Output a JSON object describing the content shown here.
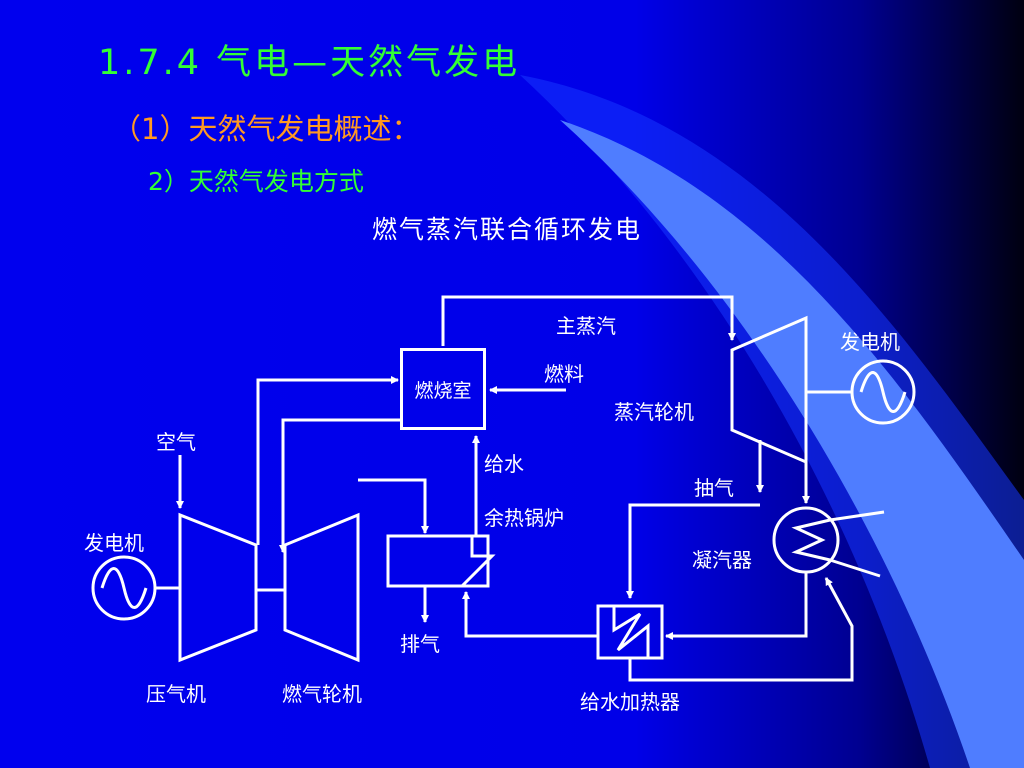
{
  "slide": {
    "title": "1.7.4 气电—天然气发电",
    "subtitle1": "（1）天然气发电概述：",
    "subtitle2": "2）天然气发电方式",
    "diagram_title": "燃气蒸汽联合循环发电"
  },
  "diagram": {
    "labels": {
      "main_steam": "主蒸汽",
      "fuel": "燃料",
      "combustion_chamber": "燃烧室",
      "steam_turbine": "蒸汽轮机",
      "generator_right": "发电机",
      "air": "空气",
      "feed_water": "给水",
      "extraction": "抽气",
      "hrsg": "余热锅炉",
      "condenser": "凝汽器",
      "generator_left": "发电机",
      "exhaust": "排气",
      "compressor": "压气机",
      "gas_turbine": "燃气轮机",
      "feedwater_heater": "给水加热器"
    }
  },
  "colors": {
    "background": "#0000ee",
    "title_green": "#33ff33",
    "subtitle_orange": "#ff9922",
    "line_white": "#ffffff",
    "deco_light_blue": "#4f7dff"
  }
}
